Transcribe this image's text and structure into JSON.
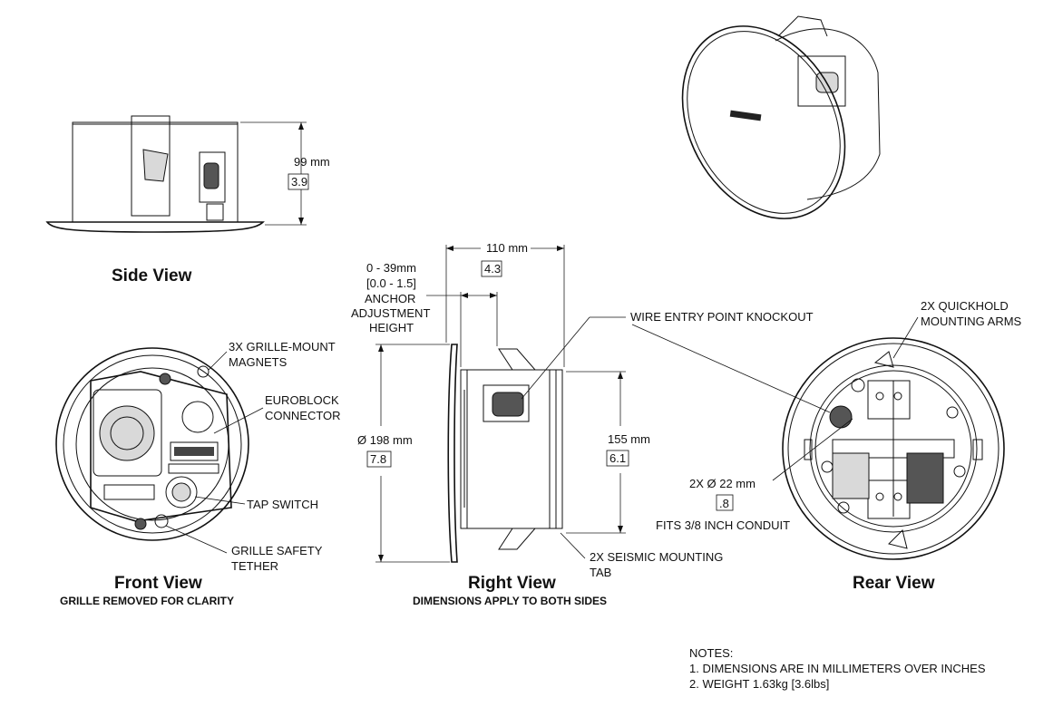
{
  "views": {
    "side": {
      "title": "Side View",
      "height_mm": "99 mm",
      "height_in": "3.9"
    },
    "front": {
      "title": "Front View",
      "subtitle": "GRILLE REMOVED FOR CLARITY",
      "callout_magnets_1": "3X GRILLE-MOUNT",
      "callout_magnets_2": "MAGNETS",
      "callout_euroblock_1": "EUROBLOCK",
      "callout_euroblock_2": "CONNECTOR",
      "callout_tap": "TAP SWITCH",
      "callout_tether_1": "GRILLE SAFETY",
      "callout_tether_2": "TETHER"
    },
    "right": {
      "title": "Right View",
      "subtitle": "DIMENSIONS APPLY TO BOTH SIDES",
      "depth_mm": "110 mm",
      "depth_in": "4.3",
      "anchor_1": "0 - 39mm",
      "anchor_2": "[0.0 - 1.5]",
      "anchor_3": "ANCHOR",
      "anchor_4": "ADJUSTMENT",
      "anchor_5": "HEIGHT",
      "dia_mm": "Ø 198 mm",
      "dia_in": "7.8",
      "height_mm": "155 mm",
      "height_in": "6.1",
      "callout_wire": "WIRE ENTRY POINT KNOCKOUT",
      "callout_seismic_1": "2X SEISMIC MOUNTING",
      "callout_seismic_2": "TAB"
    },
    "rear": {
      "title": "Rear View",
      "callout_quickhold_1": "2X QUICKHOLD",
      "callout_quickhold_2": "MOUNTING ARMS",
      "knockout_mm": "2X Ø 22 mm",
      "knockout_in": ".8",
      "conduit": "FITS 3/8 INCH CONDUIT"
    }
  },
  "notes": {
    "heading": "NOTES:",
    "line1": "1. DIMENSIONS ARE IN MILLIMETERS OVER INCHES",
    "line2": "2. WEIGHT 1.63kg [3.6lbs]"
  }
}
